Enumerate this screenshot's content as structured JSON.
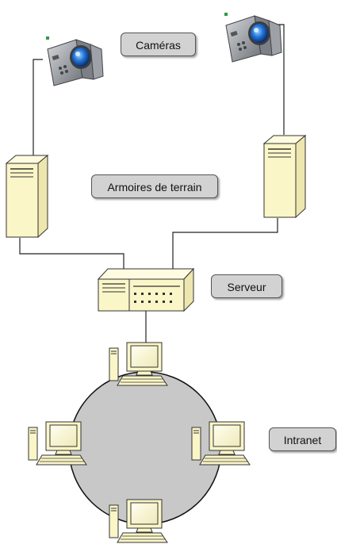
{
  "labels": {
    "cameras": "Caméras",
    "armoires": "Armoires de terrain",
    "serveur": "Serveur",
    "intranet": "Intranet"
  },
  "colors": {
    "cream": "#fbf6c8",
    "outline": "#333333",
    "network": "#c8c8c8",
    "camera_body": "#9a9ea6",
    "camera_lens": "#1f6fd0",
    "label_bg": "#d2d2d2"
  },
  "icons": [
    "camcorder-icon",
    "server-tower-icon",
    "network-server-icon",
    "workstation-icon"
  ]
}
